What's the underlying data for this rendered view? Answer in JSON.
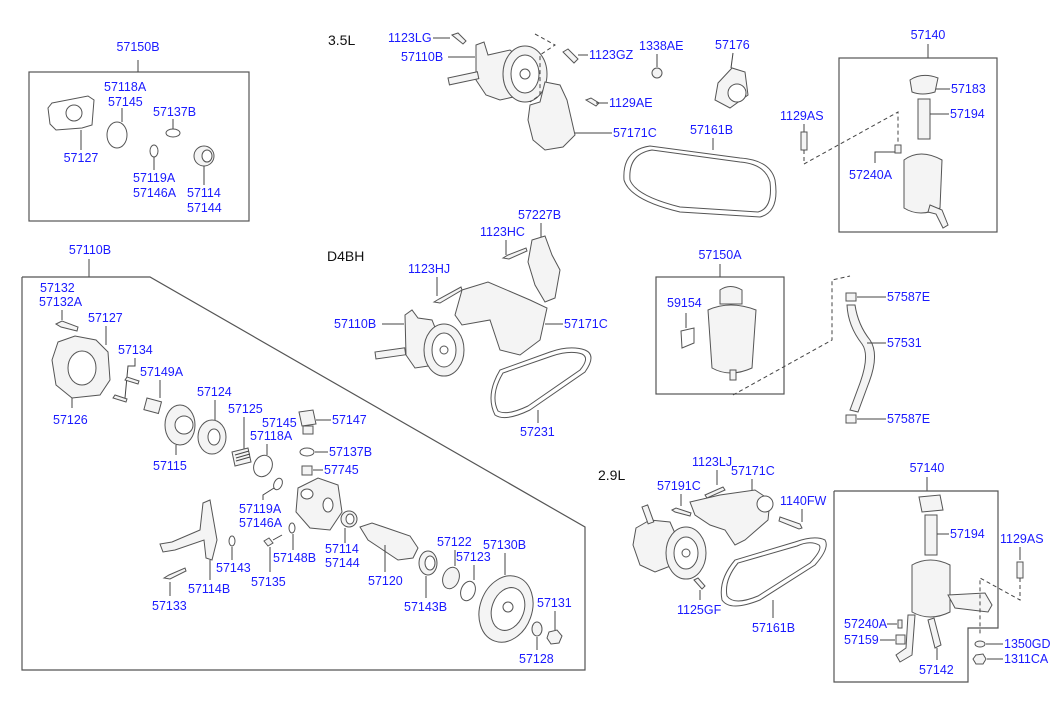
{
  "diagram": {
    "title": "Power Steering Oil Pump & Reservoir Parts Diagram",
    "colors": {
      "label": "#1a1aff",
      "section": "#111111",
      "lines": "#444444"
    },
    "sections": {
      "s35": "3.5L",
      "d4bh": "D4BH",
      "s29": "2.9L"
    },
    "labels": {
      "k57150B": "57150B",
      "k57118A_a": "57118A",
      "k57145_a": "57145",
      "k57137B_a": "57137B",
      "k57127_a": "57127",
      "k57119A_a": "57119A",
      "k57146A_a": "57146A",
      "k57114_a": "57114",
      "k57144_a": "57144",
      "k1123LG": "1123LG",
      "k57110B_35": "57110B",
      "k1123GZ": "1123GZ",
      "k1338AE": "1338AE",
      "k57176": "57176",
      "k1129AE": "1129AE",
      "k57171C_35": "57171C",
      "k57161B_35": "57161B",
      "k57140_top": "57140",
      "k57183": "57183",
      "k57194_top": "57194",
      "k1129AS_top": "1129AS",
      "k57240A_top": "57240A",
      "k57227B": "57227B",
      "k1123HC": "1123HC",
      "k1123HJ": "1123HJ",
      "k57110B_d4": "57110B",
      "k57171C_d4": "57171C",
      "k57231": "57231",
      "k57150A": "57150A",
      "k59154": "59154",
      "k57587E_a": "57587E",
      "k57531": "57531",
      "k57587E_b": "57587E",
      "k57110B_main": "57110B",
      "k57132": "57132",
      "k57132A": "57132A",
      "k57127_b": "57127",
      "k57134": "57134",
      "k57149A": "57149A",
      "k57126": "57126",
      "k57124": "57124",
      "k57125": "57125",
      "k57145_b": "57145",
      "k57118A_b": "57118A",
      "k57147": "57147",
      "k57137B_b": "57137B",
      "k57745": "57745",
      "k57115": "57115",
      "k57119A_b": "57119A",
      "k57146A_b": "57146A",
      "k57148B": "57148B",
      "k57114_b": "57114",
      "k57144_b": "57144",
      "k57143": "57143",
      "k57135": "57135",
      "k57114B": "57114B",
      "k57133": "57133",
      "k57120": "57120",
      "k57122": "57122",
      "k57123": "57123",
      "k57130B": "57130B",
      "k57143B": "57143B",
      "k57131": "57131",
      "k57128": "57128",
      "k1123LJ": "1123LJ",
      "k57171C_29": "57171C",
      "k57191C": "57191C",
      "k1140FW": "1140FW",
      "k1125GF": "1125GF",
      "k57161B_29": "57161B",
      "k57140_bot": "57140",
      "k57194_bot": "57194",
      "k1129AS_bot": "1129AS",
      "k57240A_bot": "57240A",
      "k57159": "57159",
      "k57142": "57142",
      "k1350GD": "1350GD",
      "k1311CA": "1311CA"
    }
  }
}
